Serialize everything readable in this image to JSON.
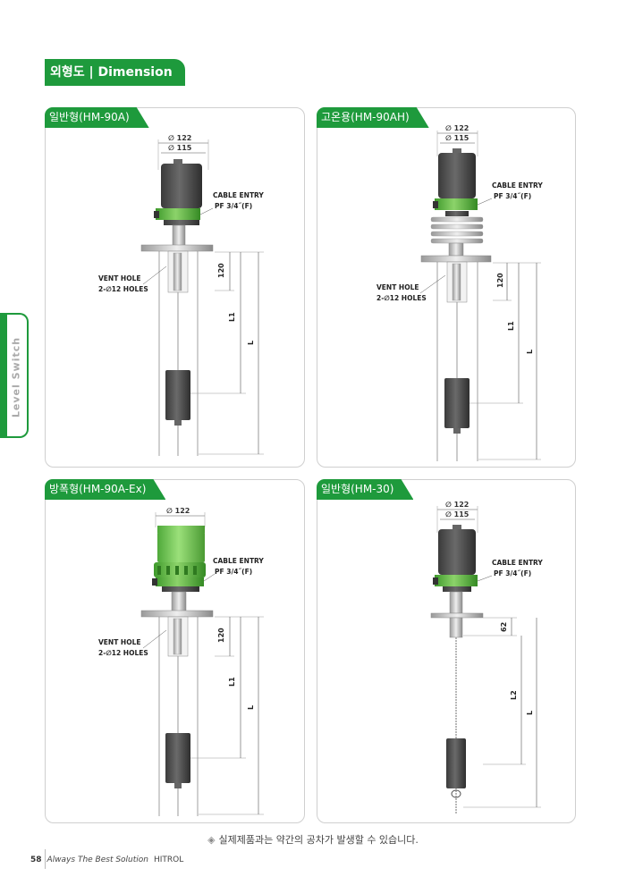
{
  "section": {
    "title": "외형도 | Dimension"
  },
  "side_tab": {
    "label": "Level Switch"
  },
  "panels": [
    {
      "label": "일반형(HM-90A)",
      "dims": {
        "d_outer": "∅ 122",
        "d_inner": "∅ 115",
        "cable_entry": "CABLE ENTRY",
        "cable_spec": "PF 3/4˝(F)",
        "vent_hole": "VENT HOLE",
        "vent_spec": "2-∅12 HOLES",
        "dim_top": "120",
        "dim_l1": "L1",
        "dim_l": "L"
      }
    },
    {
      "label": "고온용(HM-90AH)",
      "dims": {
        "d_outer": "∅ 122",
        "d_inner": "∅ 115",
        "cable_entry": "CABLE ENTRY",
        "cable_spec": "PF 3/4˝(F)",
        "vent_hole": "VENT HOLE",
        "vent_spec": "2-∅12 HOLES",
        "dim_top": "120",
        "dim_l1": "L1",
        "dim_l": "L"
      }
    },
    {
      "label": "방폭형(HM-90A-Ex)",
      "dims": {
        "d_outer": "∅ 122",
        "cable_entry": "CABLE ENTRY",
        "cable_spec": "PF 3/4˝(F)",
        "vent_hole": "VENT HOLE",
        "vent_spec": "2-∅12 HOLES",
        "dim_top": "120",
        "dim_l1": "L1",
        "dim_l": "L"
      }
    },
    {
      "label": "일반형(HM-30)",
      "dims": {
        "d_outer": "∅ 122",
        "d_inner": "∅ 115",
        "cable_entry": "CABLE ENTRY",
        "cable_spec": "PF 3/4˝(F)",
        "dim_top": "62",
        "dim_l2": "L2",
        "dim_l": "L"
      }
    }
  ],
  "note": "실제제품과는 약간의 공차가 발생할 수 있습니다.",
  "footer": {
    "page": "58",
    "slogan": "Always The Best Solution",
    "brand": "HITROL"
  },
  "colors": {
    "accent": "#1e9a3c",
    "body_dark": "#4a4a4a",
    "light_green": "#6cc04a"
  }
}
